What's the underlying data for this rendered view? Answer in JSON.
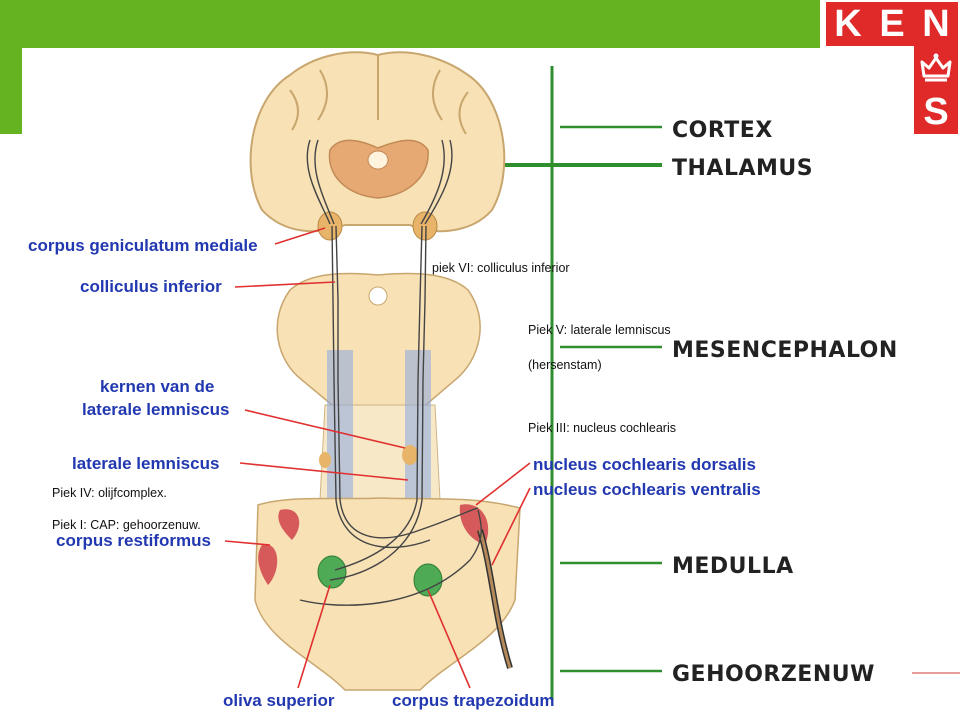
{
  "brand": {
    "letters": [
      "K",
      "E",
      "N",
      "S"
    ],
    "crown_icon": "crown-icon",
    "colors": {
      "green": "#66b322",
      "red": "#e02a2a",
      "label_blue": "#2238b0",
      "level_green": "#2f8f2f",
      "pointer_red": "#e03030"
    }
  },
  "levels": {
    "cortex": "CORTEX",
    "thalamus": "THALAMUS",
    "mesencephalon": "MESENCEPHALON",
    "medulla": "MEDULLA",
    "gehoorzenuw": "GEHOORZENUW"
  },
  "structures": {
    "corpus_geniculatum_mediale": "corpus geniculatum mediale",
    "colliculus_inferior": "colliculus inferior",
    "kernen_line1": "kernen van de",
    "kernen_line2": "laterale lemniscus",
    "laterale_lemniscus": "laterale lemniscus",
    "nucleus_dorsalis": "nucleus cochlearis dorsalis",
    "nucleus_ventralis": "nucleus cochlearis ventralis",
    "corpus_restiformus": "corpus restiformus",
    "oliva_superior": "oliva superior",
    "corpus_trapezoidum": "corpus trapezoidum"
  },
  "peaks": {
    "peak_vi": "piek VI: colliculus inferior",
    "peak_v": "Piek V: laterale lemniscus",
    "hersenstam": "(hersenstam)",
    "peak_iii": "Piek III: nucleus cochlearis",
    "peak_iv": "Piek IV: olijfcomplex.",
    "peak_i": "Piek I: CAP: gehoorzenuw."
  }
}
